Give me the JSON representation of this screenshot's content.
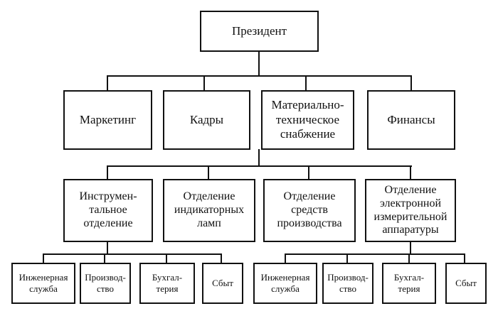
{
  "org": {
    "president": "Президент",
    "departments": [
      "Маркетинг",
      "Кадры",
      "Материально-\nтехническое\nснабжение",
      "Финансы"
    ],
    "divisions": [
      "Инструмен-\nтальное\nотделение",
      "Отделение\nиндикаторных\nламп",
      "Отделение\nсредств\nпроизводства",
      "Отделение\nэлектронной\nизмерительной\nаппаратуры"
    ],
    "units_left": [
      "Инженерная\nслужба",
      "Производ-\nство",
      "Бухгал-\nтерия",
      "Сбыт"
    ],
    "units_right": [
      "Инженерная\nслужба",
      "Производ-\nство",
      "Бухгал-\nтерия",
      "Сбыт"
    ]
  },
  "colors": {
    "line": "#111111",
    "box_fill": "#ffffff"
  }
}
